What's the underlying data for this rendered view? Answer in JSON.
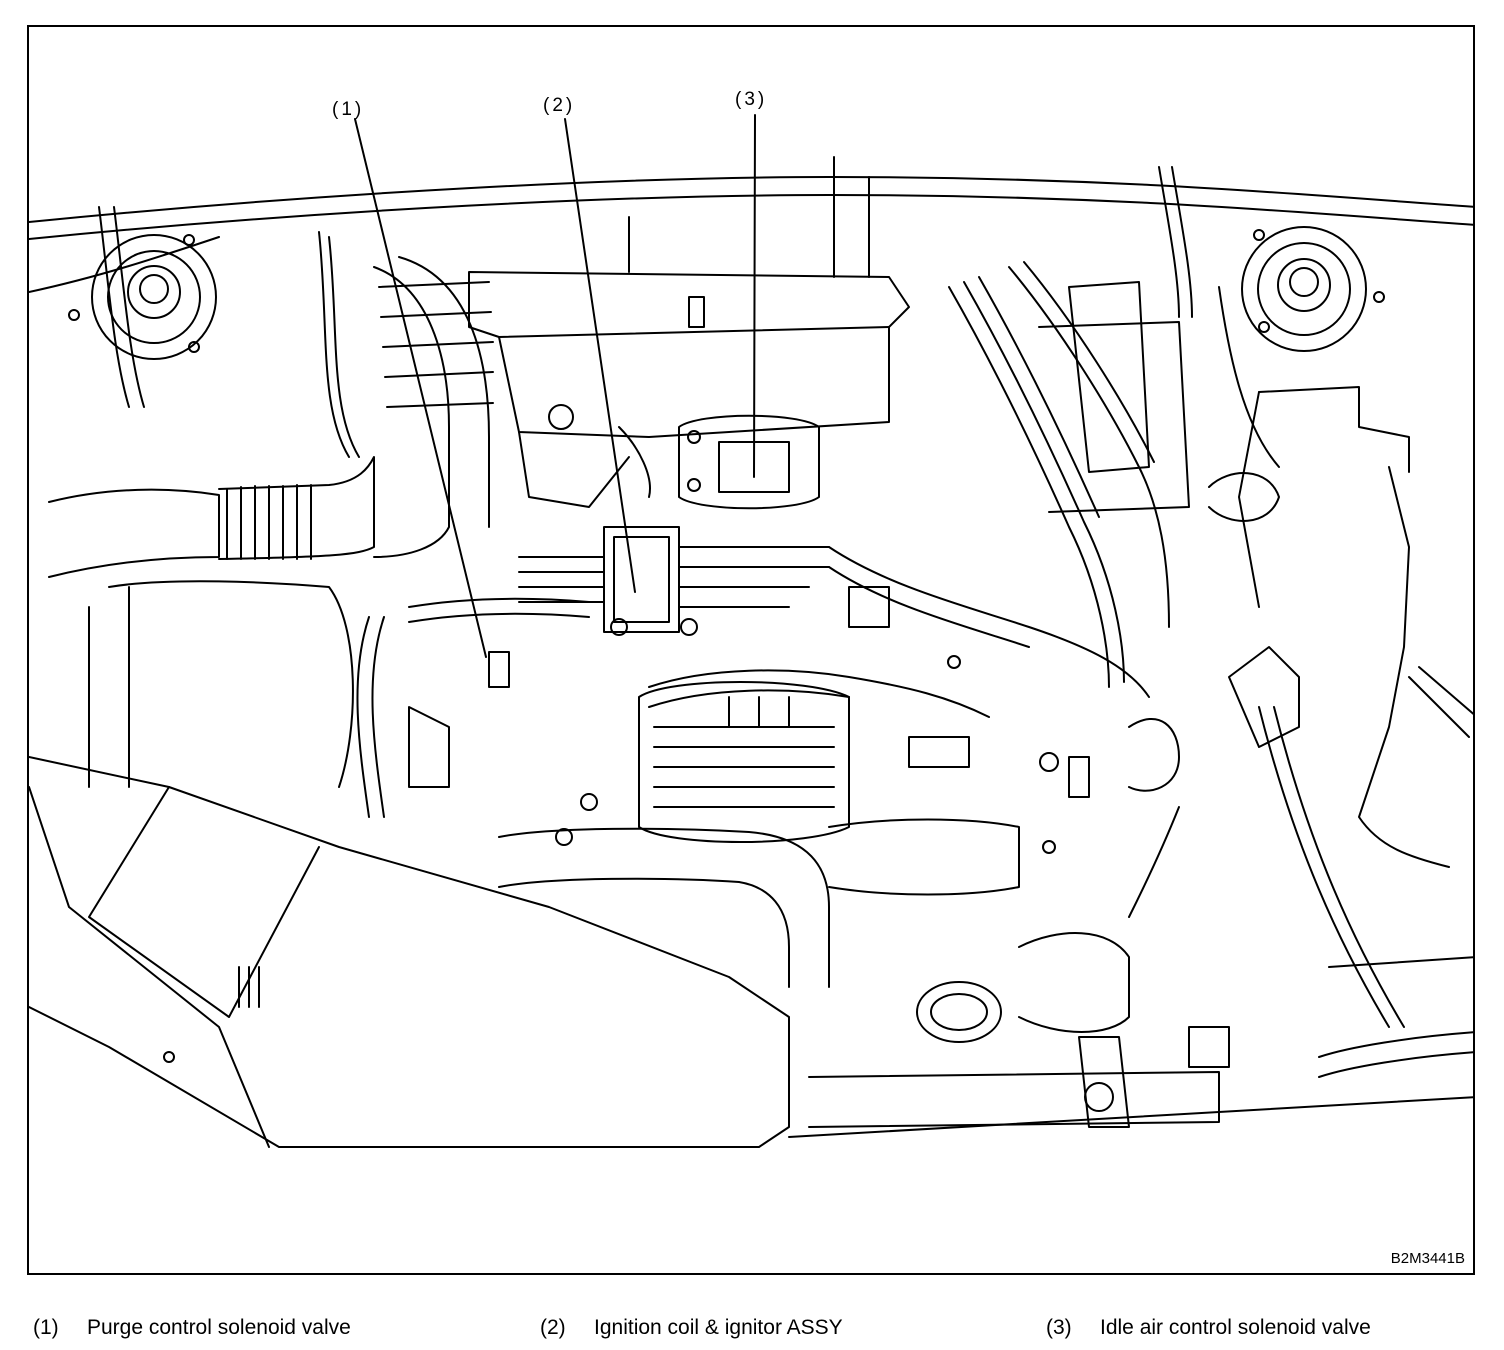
{
  "callouts": [
    {
      "number": "(1)",
      "label": "Purge control solenoid valve"
    },
    {
      "number": "(2)",
      "label": "Ignition coil & ignitor ASSY"
    },
    {
      "number": "(3)",
      "label": "Idle air control solenoid valve"
    }
  ],
  "figure_code": "B2M3441B",
  "colors": {
    "line": "#000000",
    "background": "#ffffff"
  }
}
